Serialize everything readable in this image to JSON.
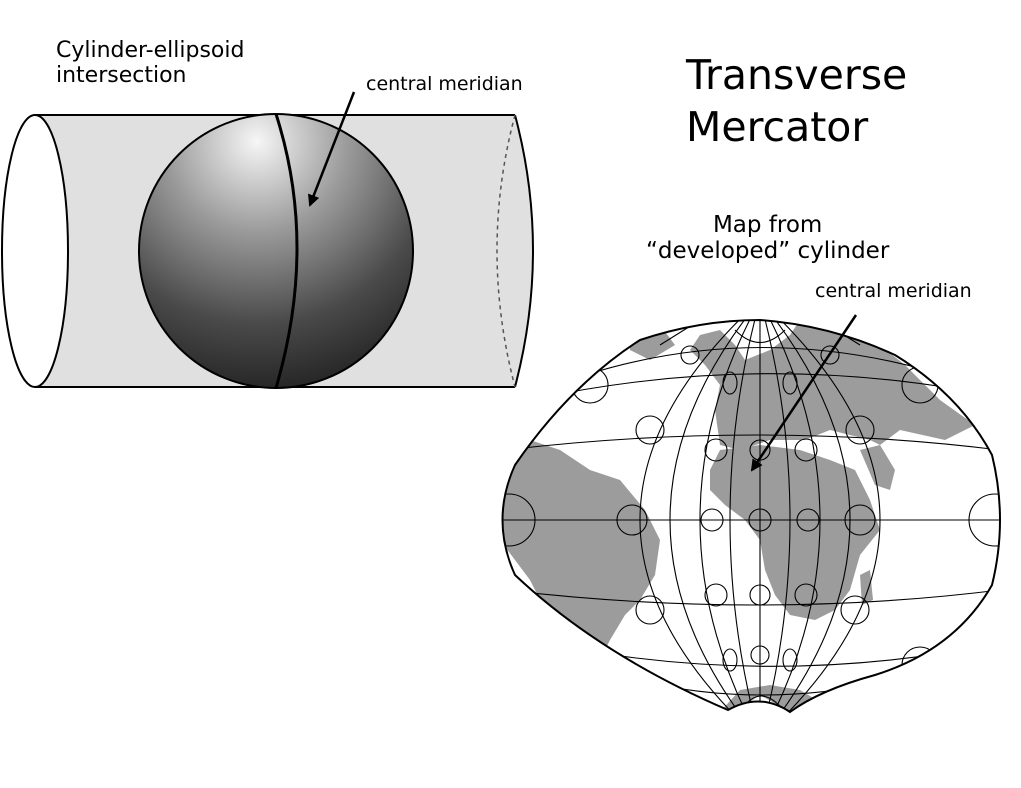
{
  "cylinder_figure": {
    "title_line1": "Cylinder-ellipsoid",
    "title_line2": "intersection",
    "meridian_label": "central meridian"
  },
  "projection": {
    "title_line1": "Transverse",
    "title_line2": "Mercator",
    "map_caption_line1": "Map from",
    "map_caption_line2": "“developed” cylinder",
    "meridian_label": "central meridian"
  },
  "colors": {
    "cylinder_fill": "#e0e0e0",
    "land_fill": "#9c9c9c",
    "sphere_light": "#f4f4f4",
    "sphere_dark": "#262626",
    "line": "#000000"
  }
}
